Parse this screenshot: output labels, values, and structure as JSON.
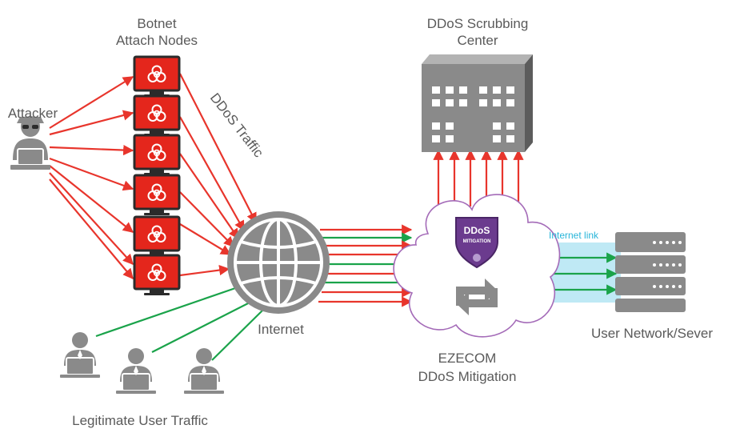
{
  "labels": {
    "botnet_title": "Botnet",
    "botnet_subtitle": "Attach Nodes",
    "attacker": "Attacker",
    "ddos_traffic": "DDoS Traffic",
    "scrubbing_title": "DDoS Scrubbing",
    "scrubbing_subtitle": "Center",
    "internet": "Internet",
    "internet_link": "Internet link",
    "mitigation_badge_top": "DDoS",
    "mitigation_badge_bottom": "MITIGATION",
    "ezecom": "EZECOM",
    "ddos_mitigation": "DDoS Mitigation",
    "user_network": "User Network/Sever",
    "legit_traffic": "Legitimate User Traffic"
  },
  "colors": {
    "attack_traffic": "#e8352c",
    "clean_traffic": "#1aa34a",
    "icon_gray": "#8a8a8a",
    "monitor_red": "#e4261c",
    "badge_purple": "#6b3b8e",
    "link_highlight": "#a9e1f2",
    "internet_link_text": "#27b5d9",
    "label_text": "#5a5a5a"
  },
  "icons": {
    "attacker": "hacker-icon",
    "node": "biohazard-monitor-icon",
    "internet": "globe-icon",
    "scrubbing": "building-icon",
    "cloud": "cloud-icon",
    "refresh": "refresh-icon",
    "server": "server-icon",
    "user": "user-at-laptop-icon"
  }
}
